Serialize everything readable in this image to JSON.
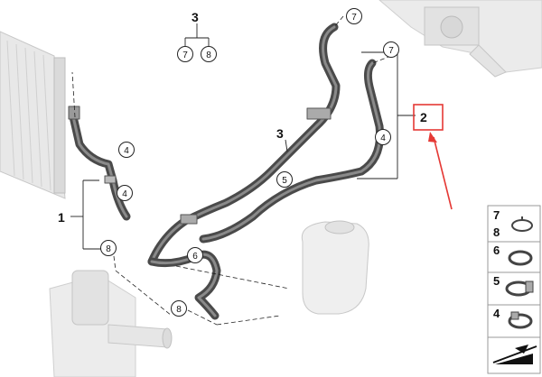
{
  "diagram": {
    "labels": {
      "main_3": "3",
      "ref_7": "7",
      "ref_8": "8",
      "part_1": "1",
      "part_2": "2",
      "part_3": "3",
      "callout_7a": "7",
      "callout_7b": "7",
      "callout_4a": "4",
      "callout_4b": "4",
      "callout_4c": "4",
      "callout_5": "5",
      "callout_6": "6",
      "callout_8a": "8",
      "callout_8b": "8"
    },
    "legend": {
      "row1_top": "7",
      "row1_bottom": "8",
      "row2": "6",
      "row3": "5",
      "row4": "4"
    },
    "colors": {
      "highlight_box": "#e53935",
      "arrow": "#e53935",
      "hose": "#5c5c5c",
      "hose_light": "#8a8a8a"
    },
    "icons": [
      "radiator-icon",
      "hose-icon",
      "clamp-icon",
      "expansion-tank-icon",
      "pump-icon",
      "engine-block-icon"
    ]
  }
}
